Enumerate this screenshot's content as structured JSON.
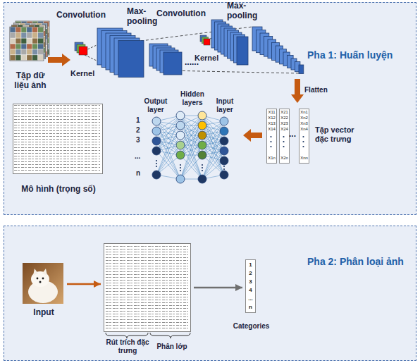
{
  "diagram": {
    "nodes": [
      {
        "text": [
          "Pha 1: Huấn luyện"
        ]
      },
      {
        "text": [
          "Tập dữ liệu ảnh"
        ],
        "in": 0
      },
      {
        "text": [
          "Mô hình (trọng số)"
        ],
        "in": 0
      },
      {
        "text": [
          "X11",
          "X12",
          "X13",
          "X14",
          "X1n"
        ],
        "in": 0
      },
      {
        "text": [
          "X21",
          "X22",
          "X23",
          "X24",
          "X2n"
        ],
        "in": 0
      },
      {
        "text": [
          "Xn1",
          "Xn2",
          "Xn3",
          "Xn4",
          "Xnn"
        ],
        "in": 0
      },
      {
        "text": [
          "Pha 2: Phân loại ảnh"
        ]
      },
      {
        "text": [
          "Input"
        ],
        "in": 6
      },
      {
        "text": [
          "Rút trích đặc trưng",
          "Phân lớp"
        ],
        "in": 6
      },
      {
        "text": [
          "1",
          "2",
          "3",
          "4",
          "...",
          "n",
          "Categories"
        ],
        "in": 6
      }
    ],
    "edges": [
      {
        "from": 7,
        "to": 8,
        "arrow": "to"
      },
      {
        "from": 8,
        "to": 9,
        "arrow": "to"
      }
    ],
    "labels": [
      "Convolution",
      "Max-pooling",
      "Convolution",
      "Max-pooling",
      "Kernel",
      "Kernel",
      "......",
      "Flatten",
      "Tập vector đặc trưng",
      "...",
      "Output layer",
      "Hidden layers",
      "Input layer",
      "1",
      "2",
      "3",
      "...",
      "n"
    ]
  }
}
